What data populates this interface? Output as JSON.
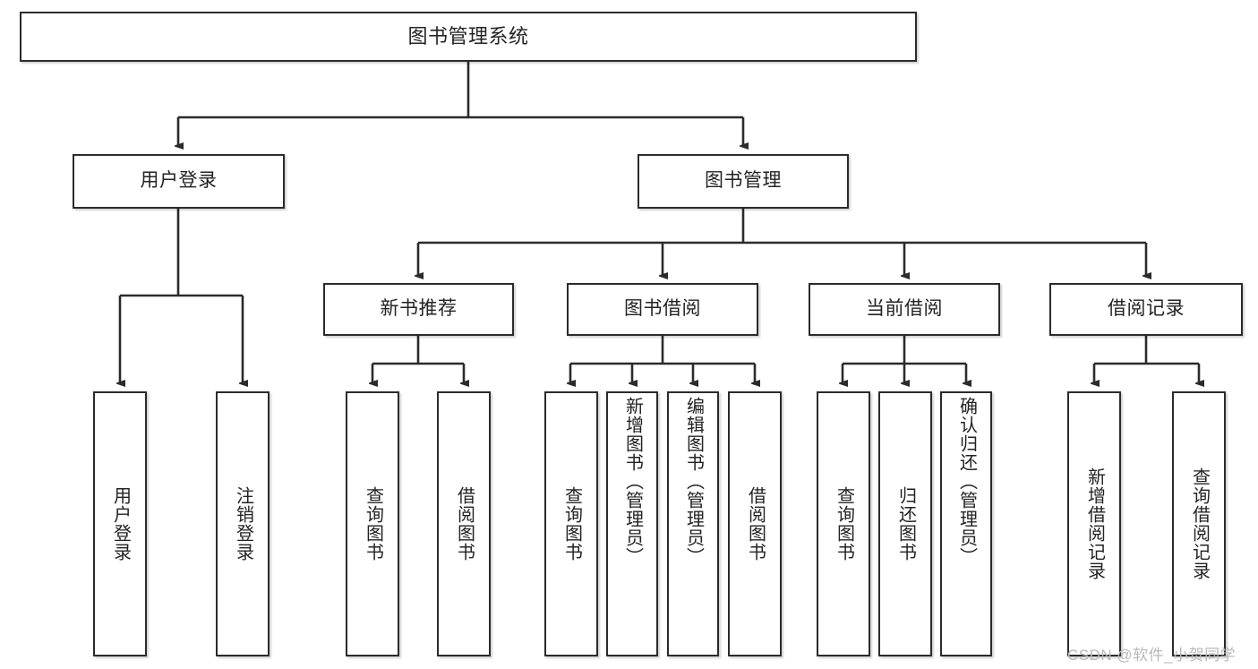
{
  "diagram": {
    "title": "图书管理系统",
    "watermark": "CSDN @软件_小贺同学",
    "style": {
      "border_color": "#2b2b2b",
      "text_color": "#232323",
      "background": "#ffffff",
      "watermark_color": "#b9b9b9"
    },
    "levels": {
      "root": "图书管理系统",
      "level2": [
        "用户登录",
        "图书管理"
      ],
      "level3": [
        "新书推荐",
        "图书借阅",
        "当前借阅",
        "借阅记录"
      ]
    },
    "nodes": {
      "root": {
        "label": "图书管理系统"
      },
      "user_login": {
        "label": "用户登录"
      },
      "book_manage": {
        "label": "图书管理"
      },
      "new_book_rec": {
        "label": "新书推荐"
      },
      "book_borrow": {
        "label": "图书借阅"
      },
      "current_borrow": {
        "label": "当前借阅"
      },
      "borrow_record": {
        "label": "借阅记录"
      },
      "leaf_user_login": {
        "label": "用户登录"
      },
      "leaf_logout": {
        "label": "注销登录"
      },
      "leaf_query_book_1": {
        "label": "查询图书"
      },
      "leaf_borrow_book_1": {
        "label": "借阅图书"
      },
      "leaf_query_book_2": {
        "label": "查询图书"
      },
      "leaf_add_book": {
        "label": "新增图书（管理员）"
      },
      "leaf_edit_book": {
        "label": "编辑图书（管理员）"
      },
      "leaf_borrow_book_2": {
        "label": "借阅图书"
      },
      "leaf_query_book_3": {
        "label": "查询图书"
      },
      "leaf_return_book": {
        "label": "归还图书"
      },
      "leaf_confirm_return": {
        "label": "确认归还（管理员）"
      },
      "leaf_add_record": {
        "label": "新增借阅记录"
      },
      "leaf_query_record": {
        "label": "查询借阅记录"
      }
    },
    "tree": {
      "图书管理系统": {
        "用户登录": [
          "用户登录",
          "注销登录"
        ],
        "图书管理": {
          "新书推荐": [
            "查询图书",
            "借阅图书"
          ],
          "图书借阅": [
            "查询图书",
            "新增图书（管理员）",
            "编辑图书（管理员）",
            "借阅图书"
          ],
          "当前借阅": [
            "查询图书",
            "归还图书",
            "确认归还（管理员）"
          ],
          "借阅记录": [
            "新增借阅记录",
            "查询借阅记录"
          ]
        }
      }
    }
  }
}
